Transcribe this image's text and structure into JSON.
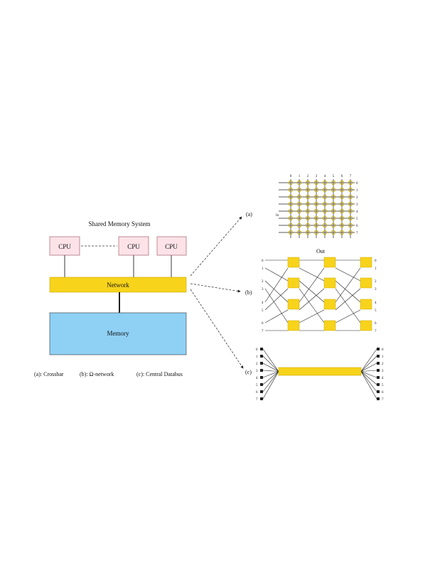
{
  "left": {
    "title": "Shared Memory System",
    "cpus": [
      "CPU",
      "CPU",
      "CPU"
    ],
    "network_label": "Network",
    "memory_label": "Memory",
    "legend": [
      "(a): Crossbar",
      "(b): Ω-network",
      "(c): Central Databus"
    ]
  },
  "panel_labels": {
    "a": "(a)",
    "b": "(b)",
    "c": "(c)"
  },
  "crossbar": {
    "col_labels": [
      "0",
      "1",
      "2",
      "3",
      "4",
      "5",
      "6",
      "7"
    ],
    "row_labels": [
      "0",
      "1",
      "2",
      "3",
      "4",
      "5",
      "6",
      "7"
    ],
    "in_label": "In",
    "out_label": "Out"
  },
  "omega": {
    "in_labels": [
      "0",
      "1",
      "2",
      "3",
      "4",
      "5",
      "6",
      "7"
    ],
    "out_labels": [
      "0",
      "1",
      "2",
      "3",
      "4",
      "5",
      "6",
      "7"
    ]
  },
  "databus": {
    "left_labels": [
      "0",
      "1",
      "2",
      "3",
      "4",
      "5",
      "6",
      "7"
    ],
    "right_labels": [
      "0",
      "1",
      "2",
      "3",
      "4",
      "5",
      "6",
      "7"
    ]
  },
  "colors": {
    "cpu_fill": "#fde3e8",
    "cpu_stroke": "#b07080",
    "network_fill": "#f7d31b",
    "memory_fill": "#8fd0f5",
    "switch_fill": "#f7d31b",
    "node_stroke": "#c9a800"
  }
}
